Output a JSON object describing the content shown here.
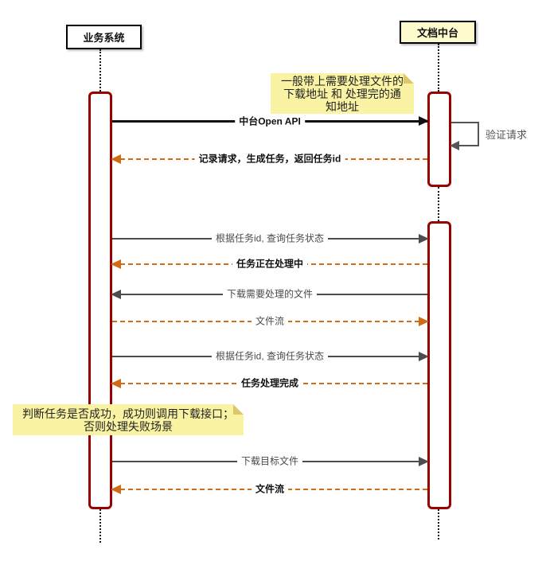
{
  "actors": [
    {
      "label": "业务系统"
    },
    {
      "label": "文档中台"
    }
  ],
  "notes": [
    {
      "text": "一般带上需要处理文件的\n下载地址 和 处理完的通\n知地址"
    },
    {
      "text": "判断任务是否成功，成功则调用下载接口；\n否则处理失败场景"
    }
  ],
  "messages": [
    {
      "label": "中台Open API",
      "style": "solid-bold",
      "direction": "right"
    },
    {
      "label": "验证请求",
      "style": "self",
      "direction": "self"
    },
    {
      "label": "记录请求，生成任务，返回任务id",
      "style": "dashed-bold",
      "direction": "left"
    },
    {
      "label": "根据任务id, 查询任务状态",
      "style": "solid",
      "direction": "right"
    },
    {
      "label": "任务正在处理中",
      "style": "dashed-bold",
      "direction": "left"
    },
    {
      "label": "下载需要处理的文件",
      "style": "solid",
      "direction": "left"
    },
    {
      "label": "文件流",
      "style": "dashed",
      "direction": "right"
    },
    {
      "label": "根据任务id, 查询任务状态",
      "style": "solid",
      "direction": "right"
    },
    {
      "label": "任务处理完成",
      "style": "dashed-bold",
      "direction": "left"
    },
    {
      "label": "下载目标文件",
      "style": "solid",
      "direction": "right"
    },
    {
      "label": "文件流",
      "style": "dashed-bold",
      "direction": "left"
    }
  ],
  "colors": {
    "activation_border": "#990000",
    "solid_arrow": "#4d4d4d",
    "strong_arrow": "#111111",
    "dashed_arrow": "#cf6c15",
    "note_bg": "#faf3a3",
    "note_fold": "#dcc76c",
    "actor_right_bg": "#fdfacd",
    "lifeline": "#1a1a1a"
  }
}
